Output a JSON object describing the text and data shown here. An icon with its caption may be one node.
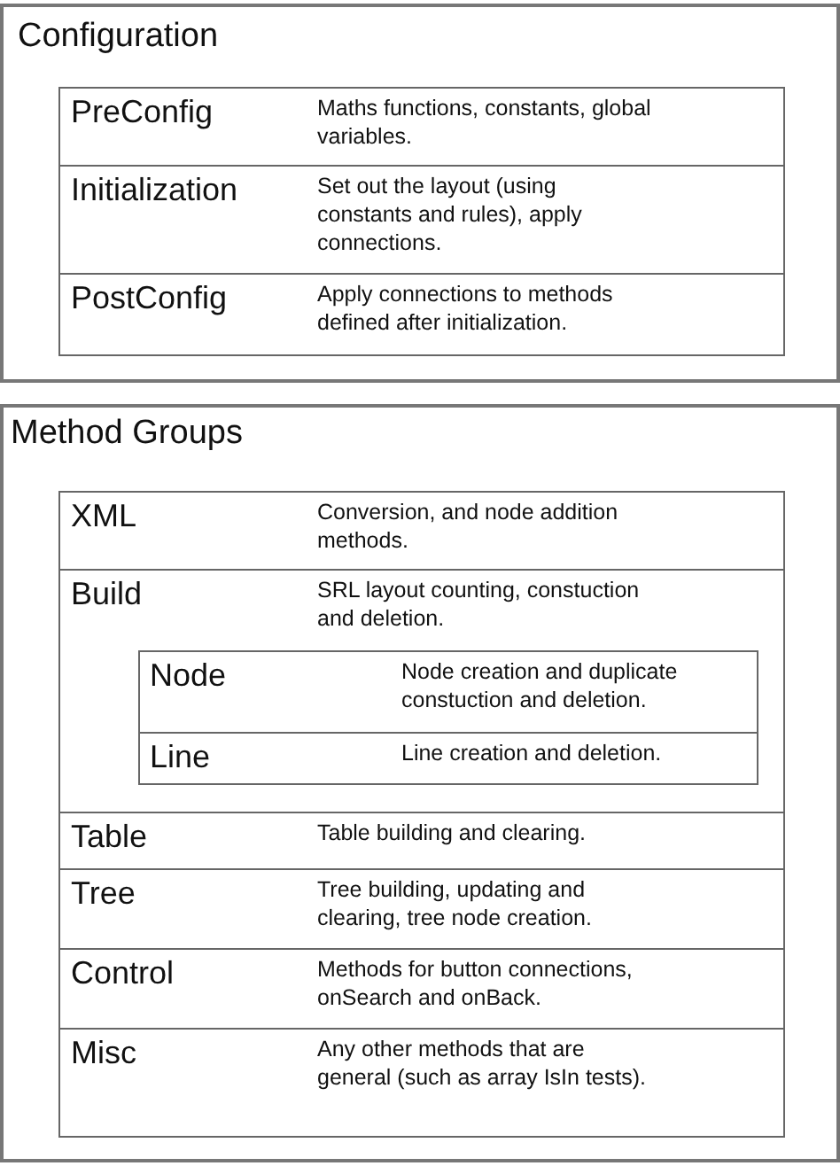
{
  "diagram": {
    "nodes": [
      {
        "text": [
          "Configuration"
        ]
      },
      {
        "text": [
          "PreConfig",
          "Maths functions, constants, global variables."
        ],
        "in": 0
      },
      {
        "text": [
          "Initialization",
          "Set out the layout (using constants and rules), apply connections."
        ],
        "in": 0
      },
      {
        "text": [
          "PostConfig",
          "Apply connections to methods defined after initialization."
        ],
        "in": 0
      },
      {
        "text": [
          "Method Groups"
        ]
      },
      {
        "text": [
          "XML",
          "Conversion, and node  addition methods."
        ],
        "in": 4
      },
      {
        "text": [
          "Build",
          "SRL layout counting, constuction and deletion."
        ],
        "in": 4
      },
      {
        "text": [
          "Node",
          "Node creation and duplicate constuction and deletion."
        ],
        "in": 6
      },
      {
        "text": [
          "Line",
          "Line creation and deletion."
        ],
        "in": 6
      },
      {
        "text": [
          "Table",
          "Table building and clearing."
        ],
        "in": 4
      },
      {
        "text": [
          "Tree",
          "Tree building, updating and clearing, tree node creation."
        ],
        "in": 4
      },
      {
        "text": [
          "Control",
          "Methods for button connections, onSearch and onBack."
        ],
        "in": 4
      },
      {
        "text": [
          "Misc",
          "Any other methods that are general (such as array IsIn tests)."
        ],
        "in": 4
      }
    ],
    "edges": []
  }
}
